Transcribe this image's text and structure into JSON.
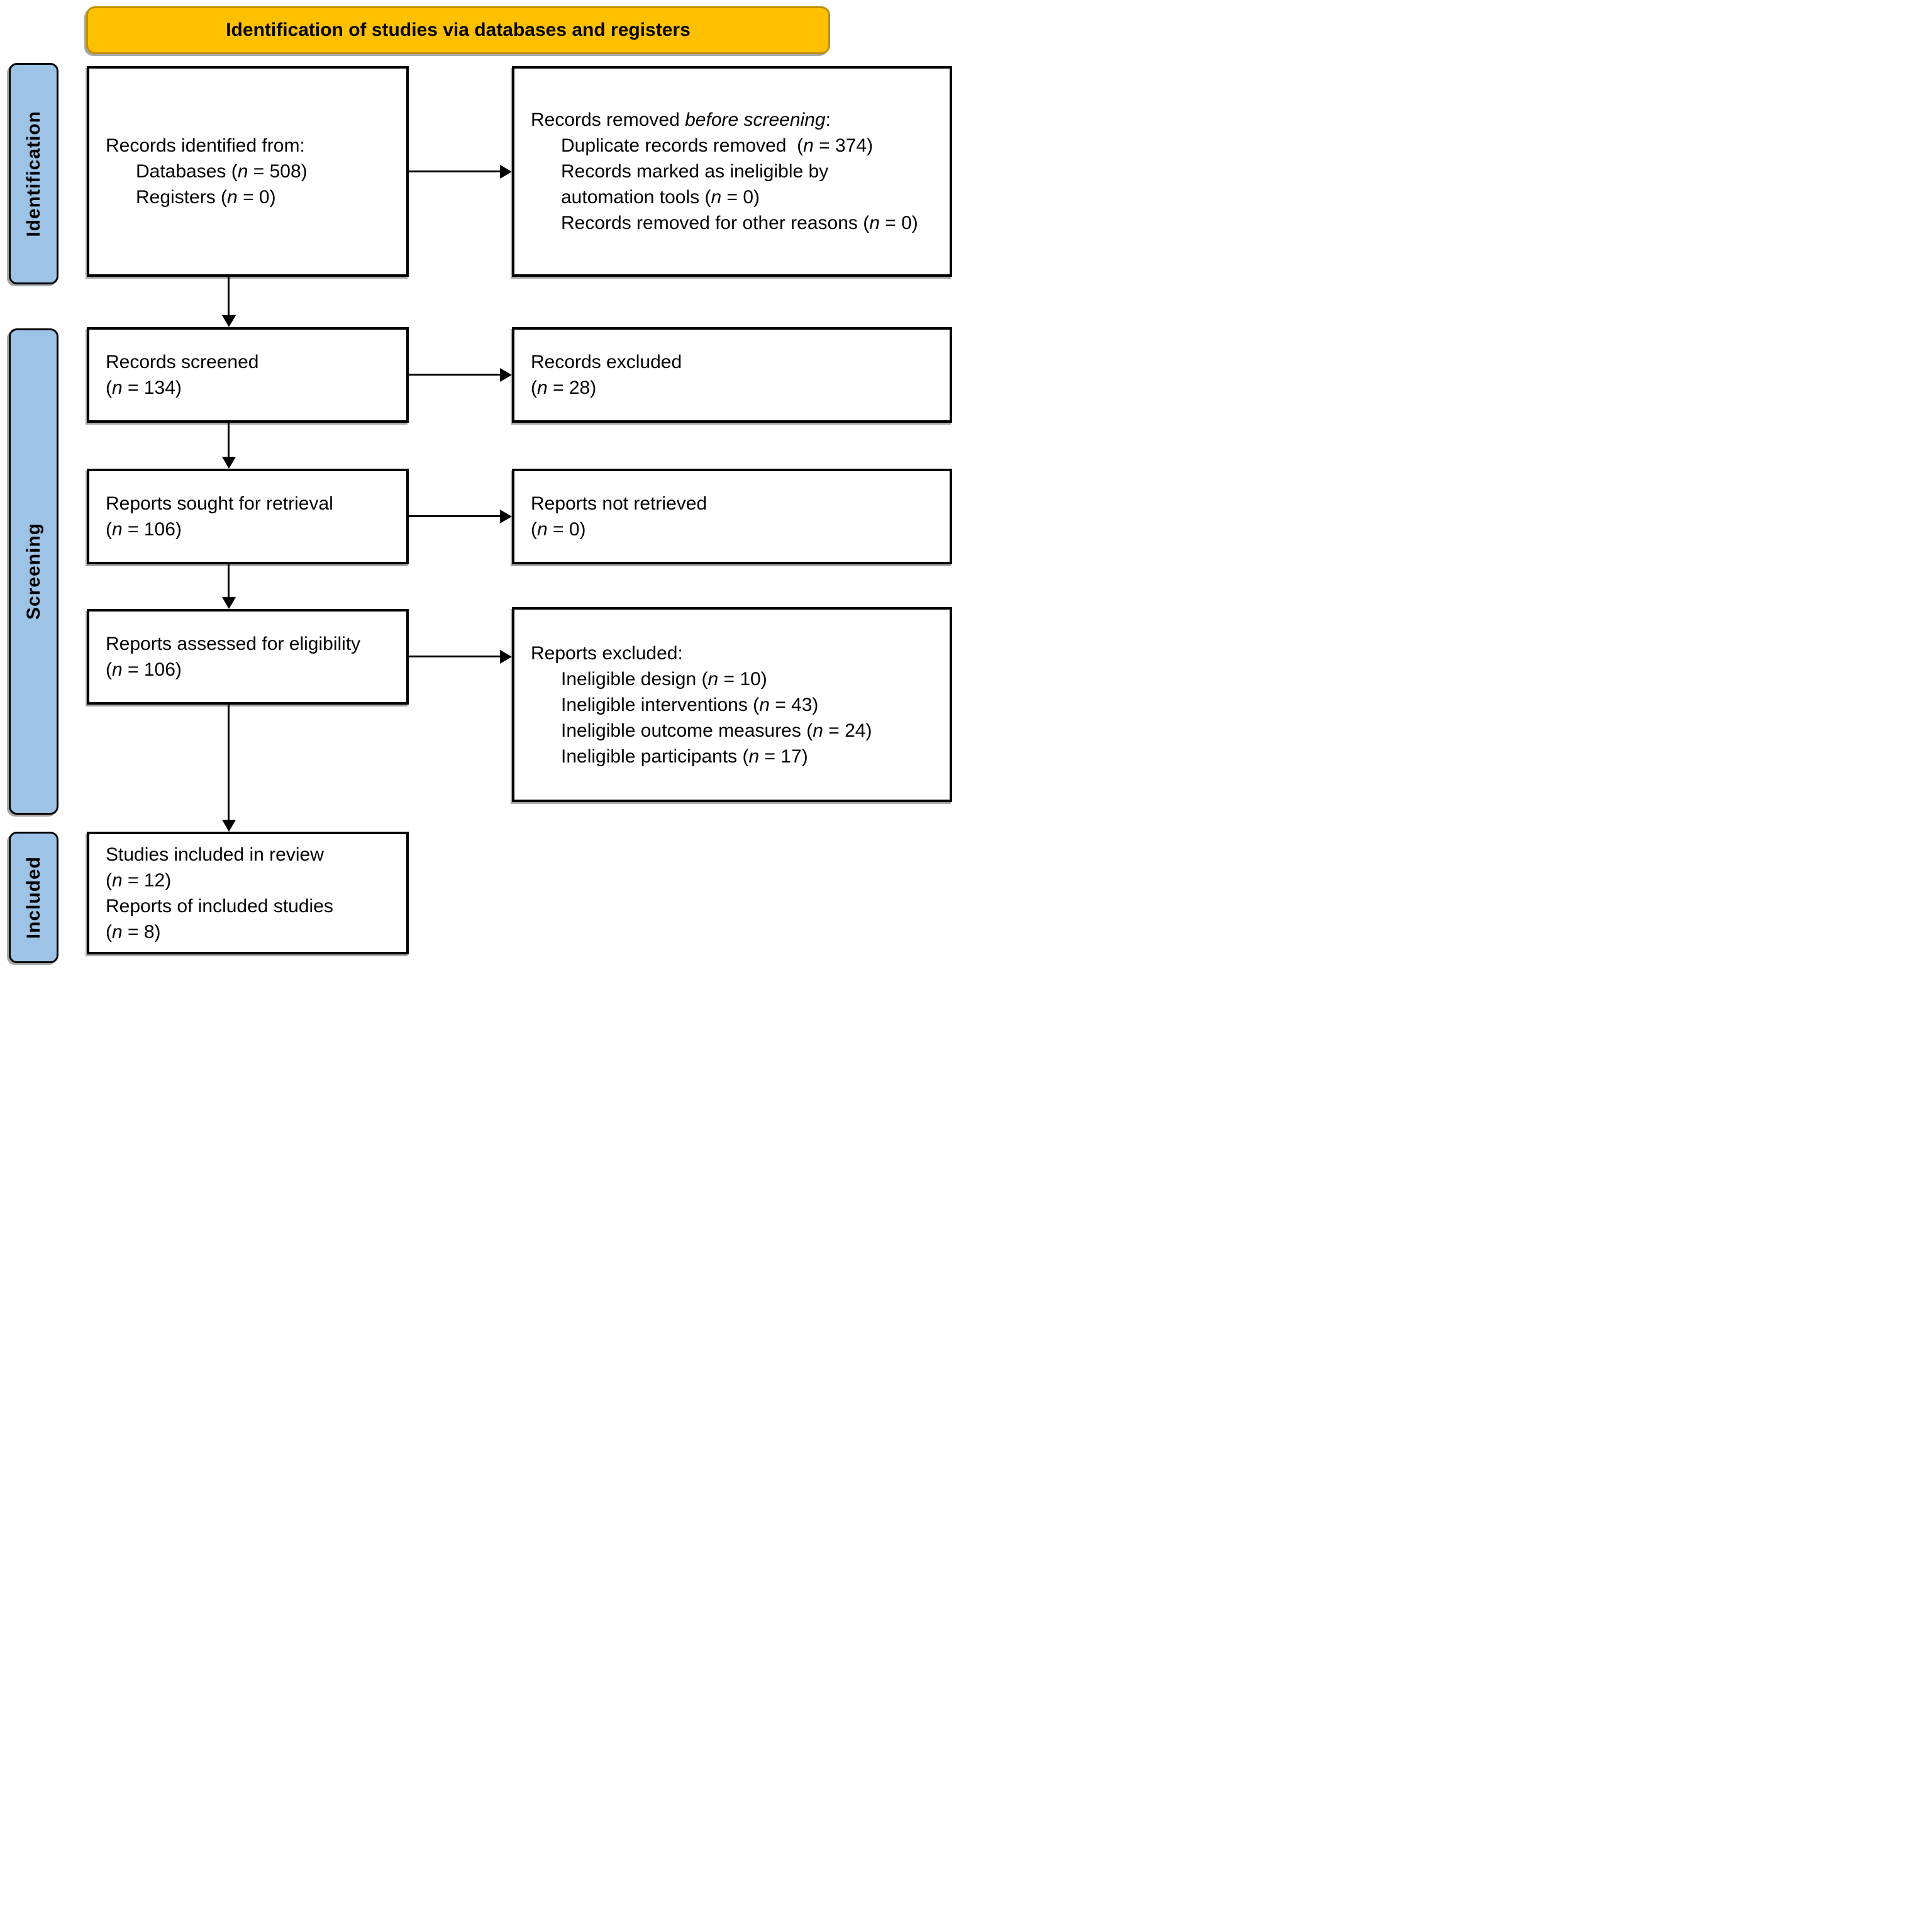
{
  "banner": {
    "title": "Identification of studies via databases and registers"
  },
  "stages": [
    {
      "id": "identification",
      "label": "Identification"
    },
    {
      "id": "screening",
      "label": "Screening"
    },
    {
      "id": "included",
      "label": "Included"
    }
  ],
  "boxes": {
    "records_identified": {
      "lines": [
        {
          "indent": 0,
          "segments": [
            {
              "t": "Records identified from:"
            }
          ]
        },
        {
          "indent": 1,
          "segments": [
            {
              "t": "Databases ("
            },
            {
              "t": "n",
              "i": true
            },
            {
              "t": " = 508)"
            }
          ]
        },
        {
          "indent": 1,
          "segments": [
            {
              "t": "Registers ("
            },
            {
              "t": "n",
              "i": true
            },
            {
              "t": " = 0)"
            }
          ]
        }
      ]
    },
    "records_removed": {
      "lines": [
        {
          "indent": 0,
          "segments": [
            {
              "t": "Records removed "
            },
            {
              "t": "before screening",
              "i": true
            },
            {
              "t": ":"
            }
          ]
        },
        {
          "indent": 1,
          "segments": [
            {
              "t": "Duplicate records removed  ("
            },
            {
              "t": "n",
              "i": true
            },
            {
              "t": " = 374)"
            }
          ]
        },
        {
          "indent": 1,
          "segments": [
            {
              "t": "Records marked as ineligible by"
            }
          ]
        },
        {
          "indent": 1,
          "segments": [
            {
              "t": "automation tools ("
            },
            {
              "t": "n",
              "i": true
            },
            {
              "t": " = 0)"
            }
          ]
        },
        {
          "indent": 1,
          "segments": [
            {
              "t": "Records removed for other reasons ("
            },
            {
              "t": "n",
              "i": true
            },
            {
              "t": " = 0)"
            }
          ]
        }
      ]
    },
    "records_screened": {
      "lines": [
        {
          "indent": 0,
          "segments": [
            {
              "t": "Records screened"
            }
          ]
        },
        {
          "indent": 0,
          "segments": [
            {
              "t": "("
            },
            {
              "t": "n",
              "i": true
            },
            {
              "t": " = 134)"
            }
          ]
        }
      ]
    },
    "records_excluded": {
      "lines": [
        {
          "indent": 0,
          "segments": [
            {
              "t": "Records excluded"
            }
          ]
        },
        {
          "indent": 0,
          "segments": [
            {
              "t": "("
            },
            {
              "t": "n",
              "i": true
            },
            {
              "t": " = 28)"
            }
          ]
        }
      ]
    },
    "reports_sought": {
      "lines": [
        {
          "indent": 0,
          "segments": [
            {
              "t": "Reports sought for retrieval"
            }
          ]
        },
        {
          "indent": 0,
          "segments": [
            {
              "t": "("
            },
            {
              "t": "n",
              "i": true
            },
            {
              "t": " = 106)"
            }
          ]
        }
      ]
    },
    "reports_not_retrieved": {
      "lines": [
        {
          "indent": 0,
          "segments": [
            {
              "t": "Reports not retrieved"
            }
          ]
        },
        {
          "indent": 0,
          "segments": [
            {
              "t": "("
            },
            {
              "t": "n",
              "i": true
            },
            {
              "t": " = 0)"
            }
          ]
        }
      ]
    },
    "reports_assessed": {
      "lines": [
        {
          "indent": 0,
          "segments": [
            {
              "t": "Reports assessed for eligibility"
            }
          ]
        },
        {
          "indent": 0,
          "segments": [
            {
              "t": "("
            },
            {
              "t": "n",
              "i": true
            },
            {
              "t": " = 106)"
            }
          ]
        }
      ]
    },
    "reports_excluded": {
      "lines": [
        {
          "indent": 0,
          "segments": [
            {
              "t": "Reports excluded:"
            }
          ]
        },
        {
          "indent": 1,
          "segments": [
            {
              "t": "Ineligible design ("
            },
            {
              "t": "n",
              "i": true
            },
            {
              "t": " = 10)"
            }
          ]
        },
        {
          "indent": 1,
          "segments": [
            {
              "t": "Ineligible interventions ("
            },
            {
              "t": "n",
              "i": true
            },
            {
              "t": " = 43)"
            }
          ]
        },
        {
          "indent": 1,
          "segments": [
            {
              "t": "Ineligible outcome measures ("
            },
            {
              "t": "n",
              "i": true
            },
            {
              "t": " = 24)"
            }
          ]
        },
        {
          "indent": 1,
          "segments": [
            {
              "t": "Ineligible participants ("
            },
            {
              "t": "n",
              "i": true
            },
            {
              "t": " = 17)"
            }
          ]
        }
      ]
    },
    "studies_included": {
      "lines": [
        {
          "indent": 0,
          "segments": [
            {
              "t": "Studies included in review"
            }
          ]
        },
        {
          "indent": 0,
          "segments": [
            {
              "t": "("
            },
            {
              "t": "n",
              "i": true
            },
            {
              "t": " = 12)"
            }
          ]
        },
        {
          "indent": 0,
          "segments": [
            {
              "t": "Reports of included studies"
            }
          ]
        },
        {
          "indent": 0,
          "segments": [
            {
              "t": "("
            },
            {
              "t": "n",
              "i": true
            },
            {
              "t": " = 8)"
            }
          ]
        }
      ]
    }
  },
  "colors": {
    "banner_fill": "#FFC000",
    "banner_border": "#BF9000",
    "stage_fill": "#9DC3E6",
    "border_black": "#000000",
    "shadow": "#a8a8a8"
  }
}
